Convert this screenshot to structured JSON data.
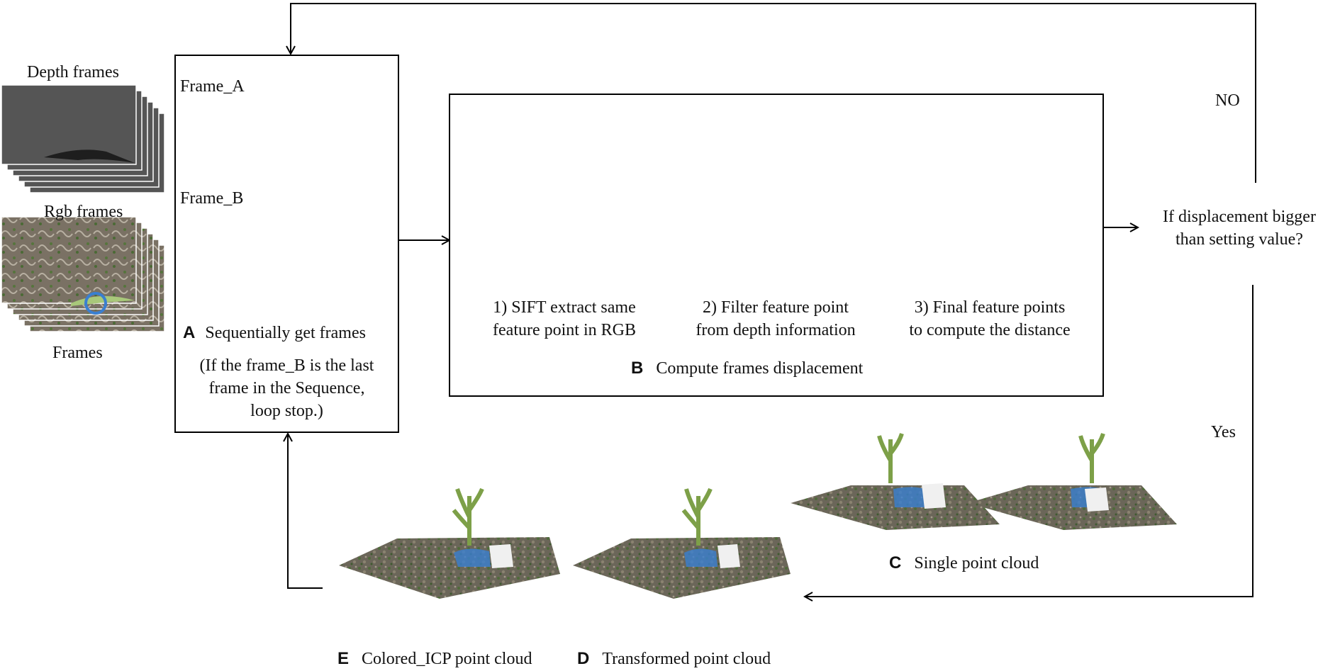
{
  "inputs": {
    "depth_frames_label": "Depth frames",
    "rgb_frames_label": "Rgb frames",
    "frames_label": "Frames"
  },
  "step_a": {
    "letter": "A",
    "title": "Sequentially get frames",
    "frame_a_label": "Frame_A",
    "frame_b_label": "Frame_B",
    "note_line1": "(If the frame_B is the last",
    "note_line2": "frame in the Sequence,",
    "note_line3": "loop stop.)"
  },
  "step_b": {
    "letter": "B",
    "title": "Compute frames displacement",
    "sub1_line1": "1) SIFT extract same",
    "sub1_line2": "feature point in RGB",
    "sub2_line1": "2)  Filter feature point",
    "sub2_line2": "from depth information",
    "sub3_line1": "3)  Final feature points",
    "sub3_line2": "to compute the distance"
  },
  "decision": {
    "line1": "If displacement bigger",
    "line2": "than setting value?",
    "no_label": "NO",
    "yes_label": "Yes"
  },
  "step_c": {
    "letter": "C",
    "title": "Single point cloud"
  },
  "step_d": {
    "letter": "D",
    "title": "Transformed point cloud"
  },
  "step_e": {
    "letter": "E",
    "title": "Colored_ICP point cloud"
  },
  "colors": {
    "line": "#000000",
    "ground": "#6b6659",
    "plant": "#7da048",
    "marker": "#3a7fd0",
    "depth_bg": "#1c1c1c",
    "feature_orange": "#e07020",
    "feature_cyan": "#6fc3d0",
    "feature_teal": "#1e5a60",
    "feature_yellow": "#f2cc50",
    "feature_pink": "#d89890",
    "feature_lavender": "#b9a8c8",
    "feature_cream": "#f3dcb7"
  }
}
